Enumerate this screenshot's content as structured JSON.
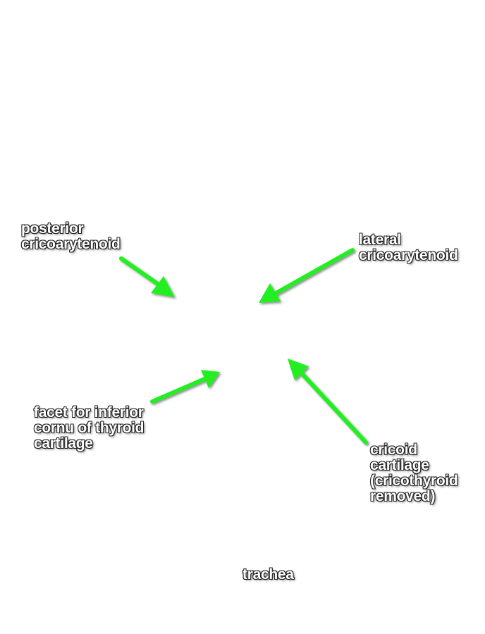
{
  "labels": {
    "posterior": {
      "lines": [
        "posterior",
        "cricoarytenoid"
      ]
    },
    "lateral": {
      "lines": [
        "lateral",
        "cricoarytenoid"
      ]
    },
    "facet": {
      "lines": [
        "facet for inferior",
        "cornu of thyroid",
        "cartilage"
      ]
    },
    "cricoid": {
      "lines": [
        "cricoid",
        "cartilage",
        "(cricothyroid",
        "removed)"
      ]
    },
    "trachea": {
      "lines": [
        "trachea"
      ]
    }
  },
  "arrow_color": "#22ee22"
}
